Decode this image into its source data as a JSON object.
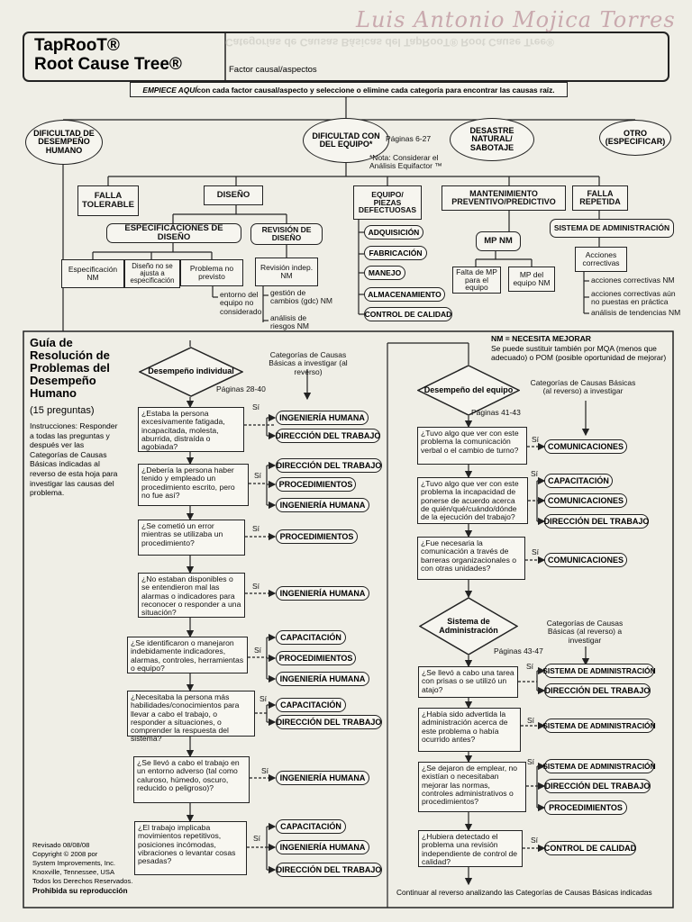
{
  "signature": "Luis Antonio Mojica Torres",
  "watermark": "Categorías de Causas Básicas del TapRooT® Root Cause Tree®",
  "header": {
    "title_line1": "TapRooT®",
    "title_line2": "Root Cause Tree®",
    "field_label": "Factor causal/aspectos",
    "instruction_bold": "EMPIECE AQUÍ",
    "instruction_rest": " con cada factor causal/aspecto  y seleccione o elimine cada categoría para encontrar las causas raíz."
  },
  "top_nodes": {
    "human": "DIFICULTAD DE DESEMPEÑO HUMANO",
    "equipment": "DIFICULTAD CON DEL EQUIPO*",
    "equipment_pages": "Páginas 6-27",
    "equipment_note": "*Nota: Considerar el Análisis Equifactor ™",
    "natural": "DESASTRE NATURAL/ SABOTAJE",
    "other": "OTRO (ESPECIFICAR)"
  },
  "equipment_tree": {
    "tolerable": "FALLA TOLERABLE",
    "design": "DISEÑO",
    "design_specs": "ESPECIFICACIONES DE DISEÑO",
    "design_review": "REVISIÓN DE DISEÑO",
    "spec_nm": "Especificación NM",
    "design_not_fit": "Diseño no se ajusta a especificación",
    "problem_not_expected": "Problema no previsto",
    "environment_note": "entorno del equipo no considerado",
    "indep_review": "Revisión indep. NM",
    "mgmt_change": "gestión de cambios (gdc) NM",
    "risk_analysis": "análisis de riesgos NM",
    "parts": "EQUIPO/ PIEZAS DEFECTUOSAS",
    "parts_items": [
      "ADQUISICIÓN",
      "FABRICACIÓN",
      "MANEJO",
      "ALMACENAMIENTO",
      "CONTROL DE CALIDAD"
    ],
    "maintenance": "MANTENIMIENTO PREVENTIVO/PREDICTIVO",
    "mp_nm": "MP NM",
    "mp_missing": "Falta de MP para el equipo",
    "mp_equipment": "MP del equipo NM",
    "repeated": "FALLA REPETIDA",
    "mgmt_system": "SISTEMA DE ADMINISTRACIÓN",
    "corrective": "Acciones correctivas",
    "corrective_items": [
      "acciones correctivas NM",
      "acciones correctivas aún no puestas en práctica",
      "análisis de tendencias NM"
    ]
  },
  "guide": {
    "title": "Guía de Resolución de Problemas del Desempeño Humano",
    "subtitle": "(15 preguntas)",
    "instructions": "Instrucciones: Responder a todas las preguntas y después ver las Categorías de Causas Básicas indicadas al reverso de esta hoja para investigar las causas del problema.",
    "footer_lines": [
      "Revisado 08/08/08",
      "Copyright © 2008 por",
      "System Improvements, Inc.",
      "Knoxville, Tennessee, USA",
      "Todos los Derechos Reservados."
    ],
    "footer_bold": "Prohibida su reproducción",
    "yes": "Sí",
    "individual": {
      "diamond": "Desempeño individual",
      "note": "Categorías de Causas Básicas a investigar (al reverso)",
      "pages": "Páginas 28-40",
      "questions": [
        {
          "q": "¿Estaba la persona excesivamente fatigada, incapacitada, molesta, aburrida, distraída o agobiada?",
          "cats": [
            "INGENIERÍA HUMANA",
            "DIRECCIÓN DEL TRABAJO"
          ]
        },
        {
          "q": "¿Debería la persona haber tenido y empleado un procedimiento escrito, pero no fue así?",
          "cats": [
            "DIRECCIÓN DEL TRABAJO",
            "PROCEDIMIENTOS",
            "INGENIERÍA HUMANA"
          ]
        },
        {
          "q": "¿Se cometió un error mientras se utilizaba un procedimiento?",
          "cats": [
            "PROCEDIMIENTOS"
          ]
        },
        {
          "q": "¿No estaban disponibles o se entendieron mal las alarmas o indicadores para reconocer o responder a una situación?",
          "cats": [
            "INGENIERÍA HUMANA"
          ]
        },
        {
          "q": "¿Se identificaron o manejaron indebidamente indicadores, alarmas, controles, herramientas o equipo?",
          "cats": [
            "CAPACITACIÓN",
            "PROCEDIMIENTOS",
            "INGENIERÍA HUMANA"
          ]
        },
        {
          "q": "¿Necesitaba la persona más habilidades/conocimientos para llevar a cabo el trabajo, o responder a situaciones, o comprender la respuesta del sistema?",
          "cats": [
            "CAPACITACIÓN",
            "DIRECCIÓN DEL TRABAJO"
          ]
        },
        {
          "q": "¿Se llevó a cabo el trabajo en un entorno adverso (tal como caluroso, húmedo, oscuro, reducido o peligroso)?",
          "cats": [
            "INGENIERÍA HUMANA"
          ]
        },
        {
          "q": "¿El trabajo implicaba movimientos repetitivos, posiciones incómodas, vibraciones o levantar cosas pesadas?",
          "cats": [
            "CAPACITACIÓN",
            "INGENIERÍA HUMANA",
            "DIRECCIÓN DEL TRABAJO"
          ]
        }
      ]
    },
    "nm_title": "NM = NECESITA MEJORAR",
    "nm_note": "Se puede sustituir también por MQA (menos que adecuado) o POM (posible oportunidad de mejorar)",
    "team": {
      "diamond": "Desempeño del equipo",
      "note": "Categorías de Causas Básicas (al reverso) a investigar",
      "pages": "Páginas 41-43",
      "questions": [
        {
          "q": "¿Tuvo algo que ver con este problema la comunicación verbal o el cambio de turno?",
          "cats": [
            "COMUNICACIONES"
          ]
        },
        {
          "q": "¿Tuvo algo que ver con este problema la incapacidad de ponerse de acuerdo acerca de quién/qué/cuándo/dónde de la ejecución del trabajo?",
          "cats": [
            "CAPACITACIÓN",
            "COMUNICACIONES",
            "DIRECCIÓN DEL TRABAJO"
          ]
        },
        {
          "q": "¿Fue necesaria la comunicación a través de barreras organizacionales o con otras unidades?",
          "cats": [
            "COMUNICACIONES"
          ]
        }
      ]
    },
    "admin": {
      "diamond": "Sistema de Administración",
      "note": "Categorías de Causas Básicas (al reverso) a investigar",
      "pages": "Páginas 43-47",
      "questions": [
        {
          "q": "¿Se llevó a cabo una tarea con prisas o se utilizó un atajo?",
          "cats": [
            "SISTEMA DE ADMINISTRACIÓN",
            "DIRECCIÓN DEL TRABAJO"
          ]
        },
        {
          "q": "¿Había sido advertida la administración acerca de este problema o había ocurrido antes?",
          "cats": [
            "SISTEMA DE ADMINISTRACIÓN"
          ]
        },
        {
          "q": "¿Se dejaron de emplear, no existían o necesitaban mejorar las normas, controles administrativos o procedimientos?",
          "cats": [
            "SISTEMA DE ADMINISTRACIÓN",
            "DIRECCIÓN DEL TRABAJO",
            "PROCEDIMIENTOS"
          ]
        },
        {
          "q": "¿Hubiera detectado el problema una revisión independiente de control de calidad?",
          "cats": [
            "CONTROL DE CALIDAD"
          ]
        }
      ]
    },
    "continue": "Continuar al reverso analizando las Categorías de Causas Básicas indicadas"
  }
}
